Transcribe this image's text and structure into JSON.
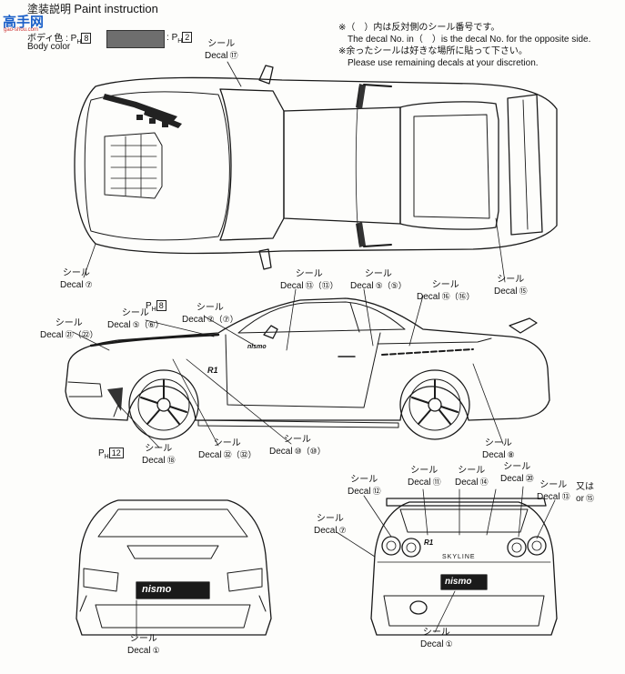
{
  "header": {
    "title_jp": "塗装説明",
    "title_en": "Paint instruction",
    "body_color_jp": "ボディ色",
    "body_color_en": "Body color",
    "paint_prefix": "P",
    "paint_sub": "H",
    "paint_code_1": "8",
    "paint_code_2": "2",
    "swatch_color": "#6e6e6e",
    "colon": ":"
  },
  "notes": {
    "line1": "※（　）内は反対側のシール番号です。",
    "line2": "The decal No. in（　）is the decal No. for the opposite side.",
    "line3": "※余ったシールは好きな場所に貼って下さい。",
    "line4": "Please use remaining decals at your discretion."
  },
  "watermark": {
    "text": "高手网",
    "url": "gao-shou.com"
  },
  "decals": {
    "jp": "シール",
    "en": "Decal",
    "top_roof": "⑰",
    "top_left": "⑦",
    "top_right": "⑮",
    "side_21": "㉑（㉒）",
    "side_5": "⑤（⑥）",
    "side_7": "⑦（⑦）",
    "side_13": "⑬（⑬）",
    "side_5b": "⑤（⑤）",
    "side_16": "⑯（⑯）",
    "side_18": "⑱",
    "side_32": "㉜（㉜）",
    "side_10": "⑩（⑩）",
    "side_8": "⑧",
    "front_1": "①",
    "rear_7": "⑦",
    "rear_12": "⑫",
    "rear_11": "⑪",
    "rear_14": "⑭",
    "rear_20": "⑳",
    "rear_13": "⑬",
    "rear_or_num": "⑮",
    "rear_or_jp": "又は",
    "rear_or_en": "or",
    "rear_1": "①"
  },
  "paint_marks": {
    "side_top": "8",
    "side_bottom": "12"
  },
  "car_text": {
    "nismo": "nismo",
    "skyline": "SKYLINE",
    "r1": "R1"
  }
}
